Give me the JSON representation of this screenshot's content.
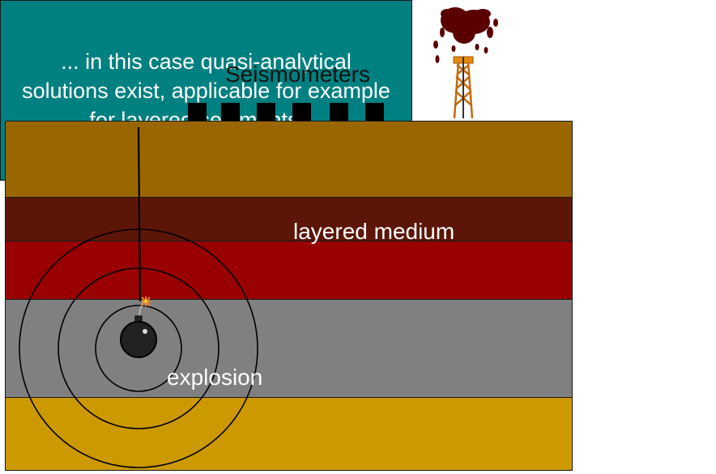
{
  "diagram": {
    "title": "Seismometers",
    "layer_label": "layered medium",
    "source_label": "explosion",
    "note": "... in this case quasi-analytical solutions exist, applicable for example for layered sediments ...",
    "seismometer_count": 6,
    "wavefront_count": 3,
    "layers": [
      {
        "name": "top-sediment",
        "color": "#996600"
      },
      {
        "name": "dark-layer",
        "color": "#5c1608"
      },
      {
        "name": "red-layer",
        "color": "#990000"
      },
      {
        "name": "gray-layer",
        "color": "#808080"
      },
      {
        "name": "bottom-layer",
        "color": "#cc9900"
      }
    ],
    "note_color": "#008080",
    "icons": {
      "seismometer": "seismometer-icon",
      "oil_rig": "oil-derrick-icon",
      "bomb": "bomb-icon"
    }
  }
}
